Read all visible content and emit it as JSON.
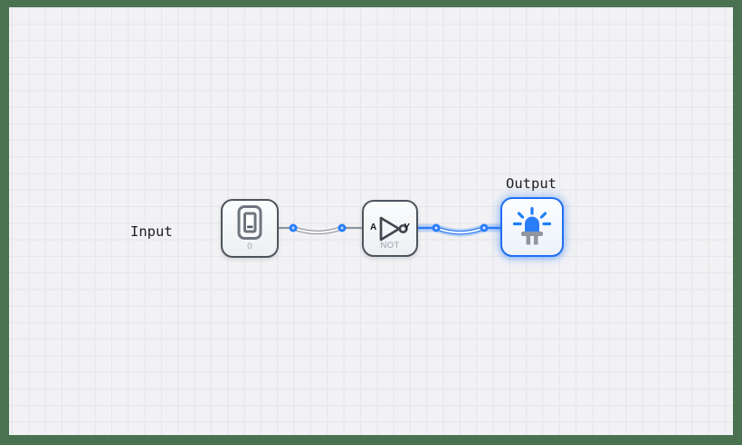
{
  "app": {
    "type": "logic-circuit-editor"
  },
  "canvas": {
    "background": "#f2f2f4",
    "grid_color": "#e5e5ea",
    "frame_color": "#4a7150"
  },
  "labels": {
    "input": "Input",
    "output": "Output"
  },
  "nodes": {
    "switch": {
      "value": "0",
      "state": "off"
    },
    "not_gate": {
      "pin_in": "A",
      "pin_out": "Y",
      "label": "NOT"
    },
    "led": {
      "state": "on"
    }
  },
  "wires": [
    {
      "from": "switch",
      "to": "not_gate.A",
      "signal": "low",
      "color": "#8f969f"
    },
    {
      "from": "not_gate.Y",
      "to": "led",
      "signal": "high",
      "color": "#2b7df7"
    }
  ],
  "colors": {
    "node_border": "#4d545e",
    "active_border": "#1e6ef2",
    "wire_inactive": "#8f969f",
    "wire_active": "#2b7df7",
    "connector_dot": "#2b7df7",
    "muted_text": "#9aa1ab",
    "label_text": "#1b1e23"
  }
}
